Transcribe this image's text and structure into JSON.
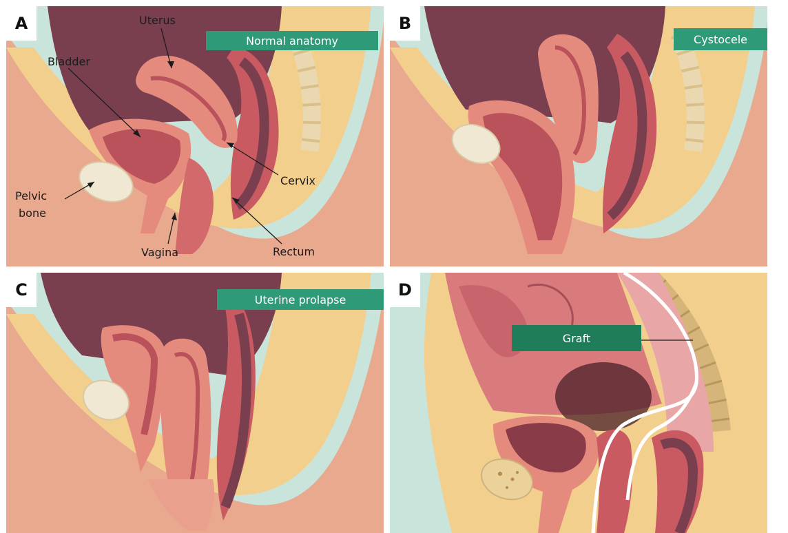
{
  "panels": {
    "a": {
      "letter": "A",
      "title": "Normal anatomy"
    },
    "b": {
      "letter": "B",
      "title": "Cystocele"
    },
    "c": {
      "letter": "C",
      "title": "Uterine prolapse"
    },
    "d": {
      "letter": "D",
      "title": "Graft"
    }
  },
  "labels": {
    "uterus": "Uterus",
    "bladder": "Bladder",
    "cervix": "Cervix",
    "pelvic_line1": "Pelvic",
    "pelvic_line2": "bone",
    "vagina": "Vagina",
    "rectum": "Rectum"
  },
  "colors": {
    "background": "#c9e4da",
    "skin": "#e8a98f",
    "fat": "#f3cf8d",
    "cavity": "#7a3f4e",
    "organ": "#e58b7e",
    "organ_dark": "#b9525a",
    "bone": "#f1e8d3",
    "label_fill": "#2f9a78",
    "graft": "#ffffff"
  }
}
